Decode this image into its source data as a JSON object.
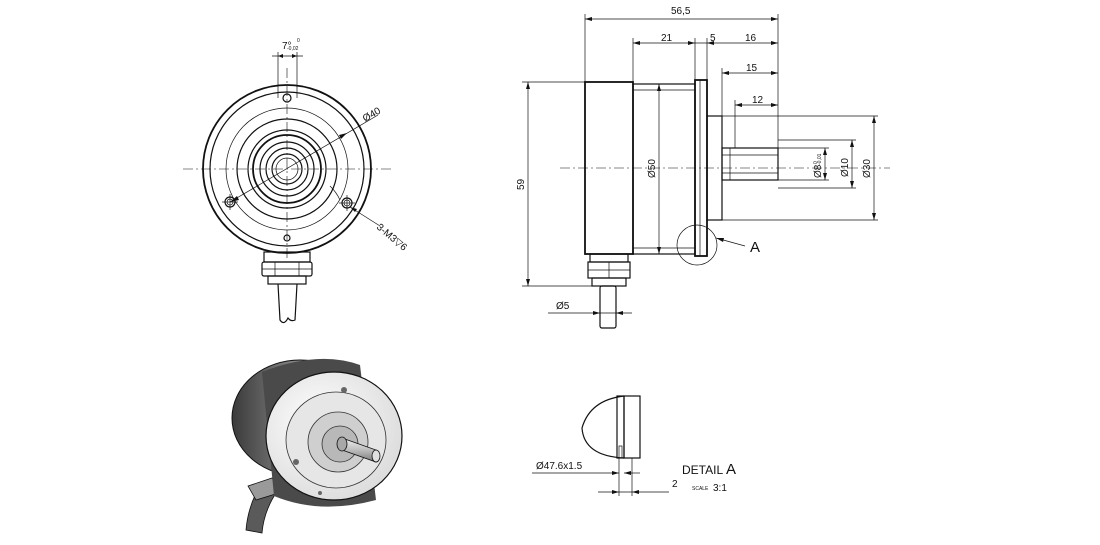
{
  "front_view": {
    "angle_tolerance": "7°",
    "angle_tolerance_sup": "0",
    "angle_tolerance_sub": "-0,02",
    "bolt_circle_dia": "Ø40",
    "thread_callout": "3-M3▽6"
  },
  "side_view": {
    "overall_length": "56,5",
    "dim_body": "21",
    "dim_flange": "5",
    "dim_shaft": "16",
    "dim_shaft_15": "15",
    "dim_shaft_12": "12",
    "height": "59",
    "body_dia": "Ø50",
    "shaft_dia": "Ø8",
    "shaft_dia_sup": "0",
    "shaft_dia_sub": "-0,01",
    "hub_dia": "Ø10",
    "flange_dia": "Ø30",
    "cable_dia": "Ø5",
    "detail_ref": "A"
  },
  "detail": {
    "groove_dia": "Ø47.6x1.5",
    "groove_width": "2",
    "title_prefix": "DETAIL",
    "title_letter": "A",
    "scale_label": "SCALE",
    "scale_value": "3:1"
  }
}
